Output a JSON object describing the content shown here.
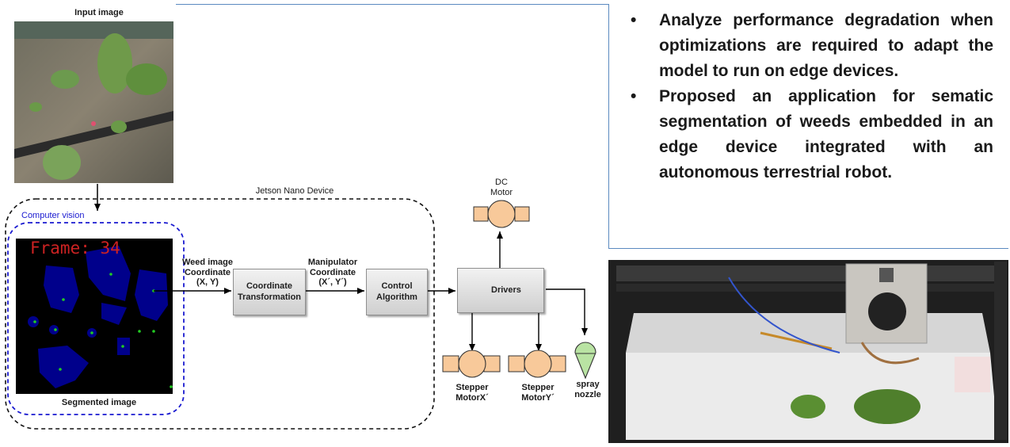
{
  "labels": {
    "input_image": "Input image",
    "jetson": "Jetson Nano Device",
    "computer_vision": "Computer vision",
    "segmented_image": "Segmented image",
    "frame": "Frame: 34",
    "weed_coord": "Weed image\nCoordinate\n(X, Y)",
    "manip_coord": "Manipulator\nCoordinate\n(X´, Y´)",
    "dc_motor": "DC\nMotor",
    "stepper_x": "Stepper\nMotorX´",
    "stepper_y": "Stepper\nMotorY´",
    "spray": "spray\nnozzle"
  },
  "boxes": {
    "coord_transform": "Coordinate\nTransformation",
    "control": "Control\nAlgorithm",
    "drivers": "Drivers"
  },
  "bullets": [
    "Analyze performance degradation when optimizations are required to adapt the model to run on edge devices.",
    "Proposed an application for sematic segmentation of weeds embedded in an edge device integrated with an autonomous terrestrial robot."
  ],
  "colors": {
    "blob": "#00008b",
    "detect_dot": "#22cc22",
    "frame_text": "#cc2222",
    "motor_fill": "#f8c99a",
    "nozzle_fill": "#b9e3a3",
    "panel_border": "#5b8ac0"
  }
}
